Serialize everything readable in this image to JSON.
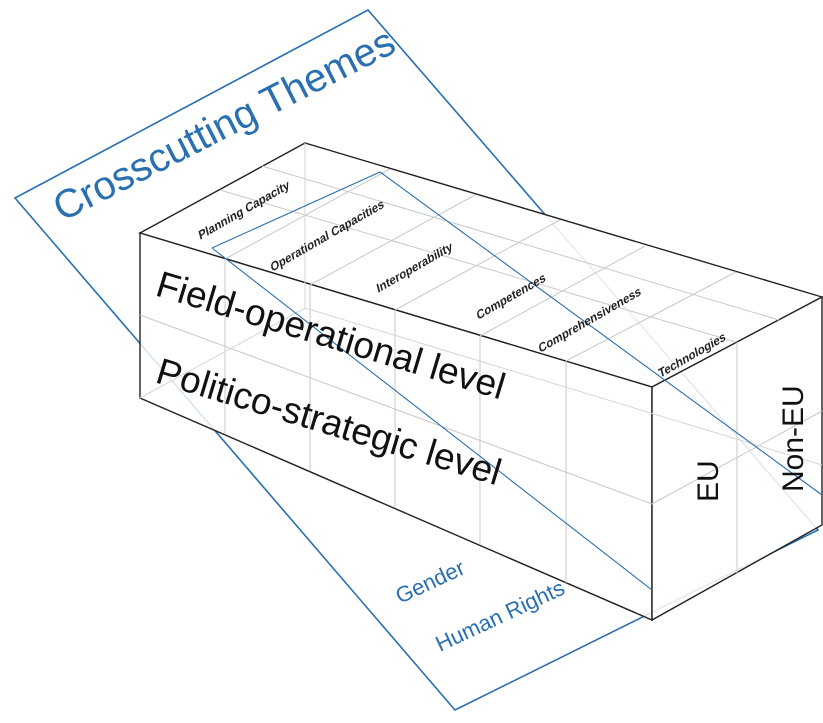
{
  "plane": {
    "title": "Crosscutting Themes",
    "themes": [
      "Gender",
      "Human Rights"
    ]
  },
  "box": {
    "front_labels": [
      "Field-operational level",
      "Politico-strategic level"
    ],
    "side_labels": [
      "EU",
      "Non-EU"
    ],
    "top_labels": [
      "Planning Capacity",
      "Operational Capacities",
      "Interoperability",
      "Competences",
      "Comprehensiveness",
      "Technologies"
    ]
  },
  "colors": {
    "plane_blue": "#2a6fb0",
    "box_edge": "#222222",
    "grid": "#c9c9c9"
  }
}
